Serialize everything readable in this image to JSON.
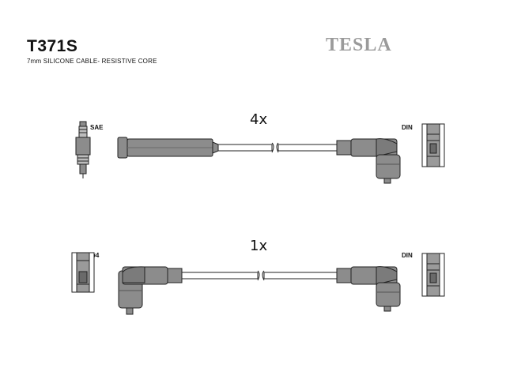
{
  "header": {
    "part_number": "T371S",
    "description": "7mm SILICONE CABLE- RESISTIVE CORE",
    "brand": "TESLA"
  },
  "cables": [
    {
      "quantity_label": "4x",
      "left_end_label": "SAE",
      "right_end_label": "DIN"
    },
    {
      "quantity_label": "1x",
      "left_end_label": "ø4",
      "right_end_label": "DIN"
    }
  ]
}
